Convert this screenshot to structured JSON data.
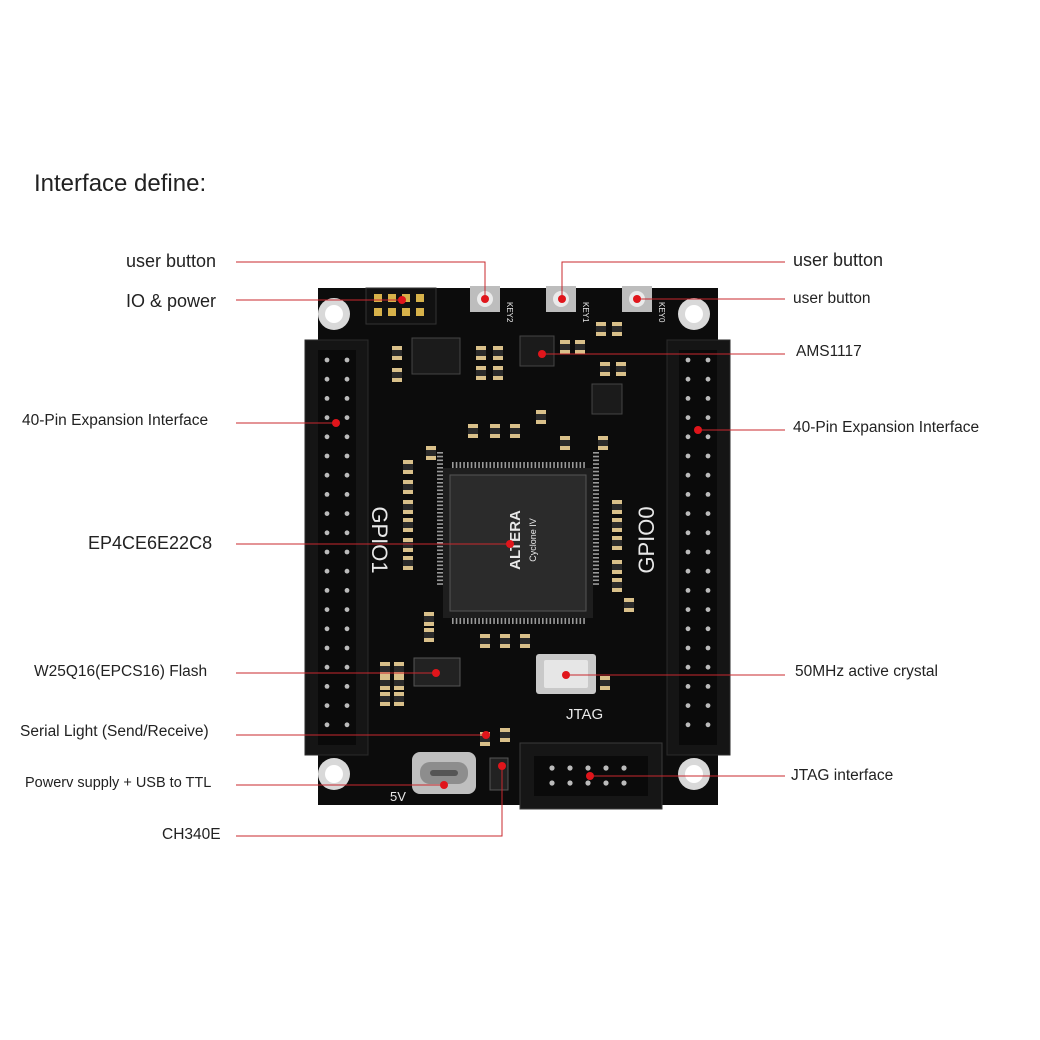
{
  "title": "Interface define:",
  "labels": {
    "user_button_left": "user button",
    "io_power": "IO & power",
    "pin40_left": "40-Pin Expansion Interface",
    "fpga": "EP4CE6E22C8",
    "flash": "W25Q16(EPCS16) Flash",
    "serial_light": "Serial Light (Send/Receive)",
    "power_usb": "Powerv supply + USB to TTL",
    "ch340": "CH340E",
    "user_button_right_top": "user button",
    "user_button_right": "user button",
    "ams": "AMS1117",
    "pin40_right": "40-Pin Expansion Interface",
    "crystal": "50MHz active crystal",
    "jtag_interface": "JTAG interface"
  },
  "board": {
    "gpio1": "GPIO1",
    "gpio0": "GPIO0",
    "jtag": "JTAG",
    "five_v": "5V",
    "key2": "KEY2",
    "key1": "KEY1",
    "key0": "KEY0",
    "chip_brand": "ALTERA",
    "chip_family": "Cyclone IV"
  },
  "colors": {
    "pcb": "#0c0c0c",
    "marker": "#e0151b",
    "leader": "#c8282e",
    "header": "#1a1a1a"
  }
}
